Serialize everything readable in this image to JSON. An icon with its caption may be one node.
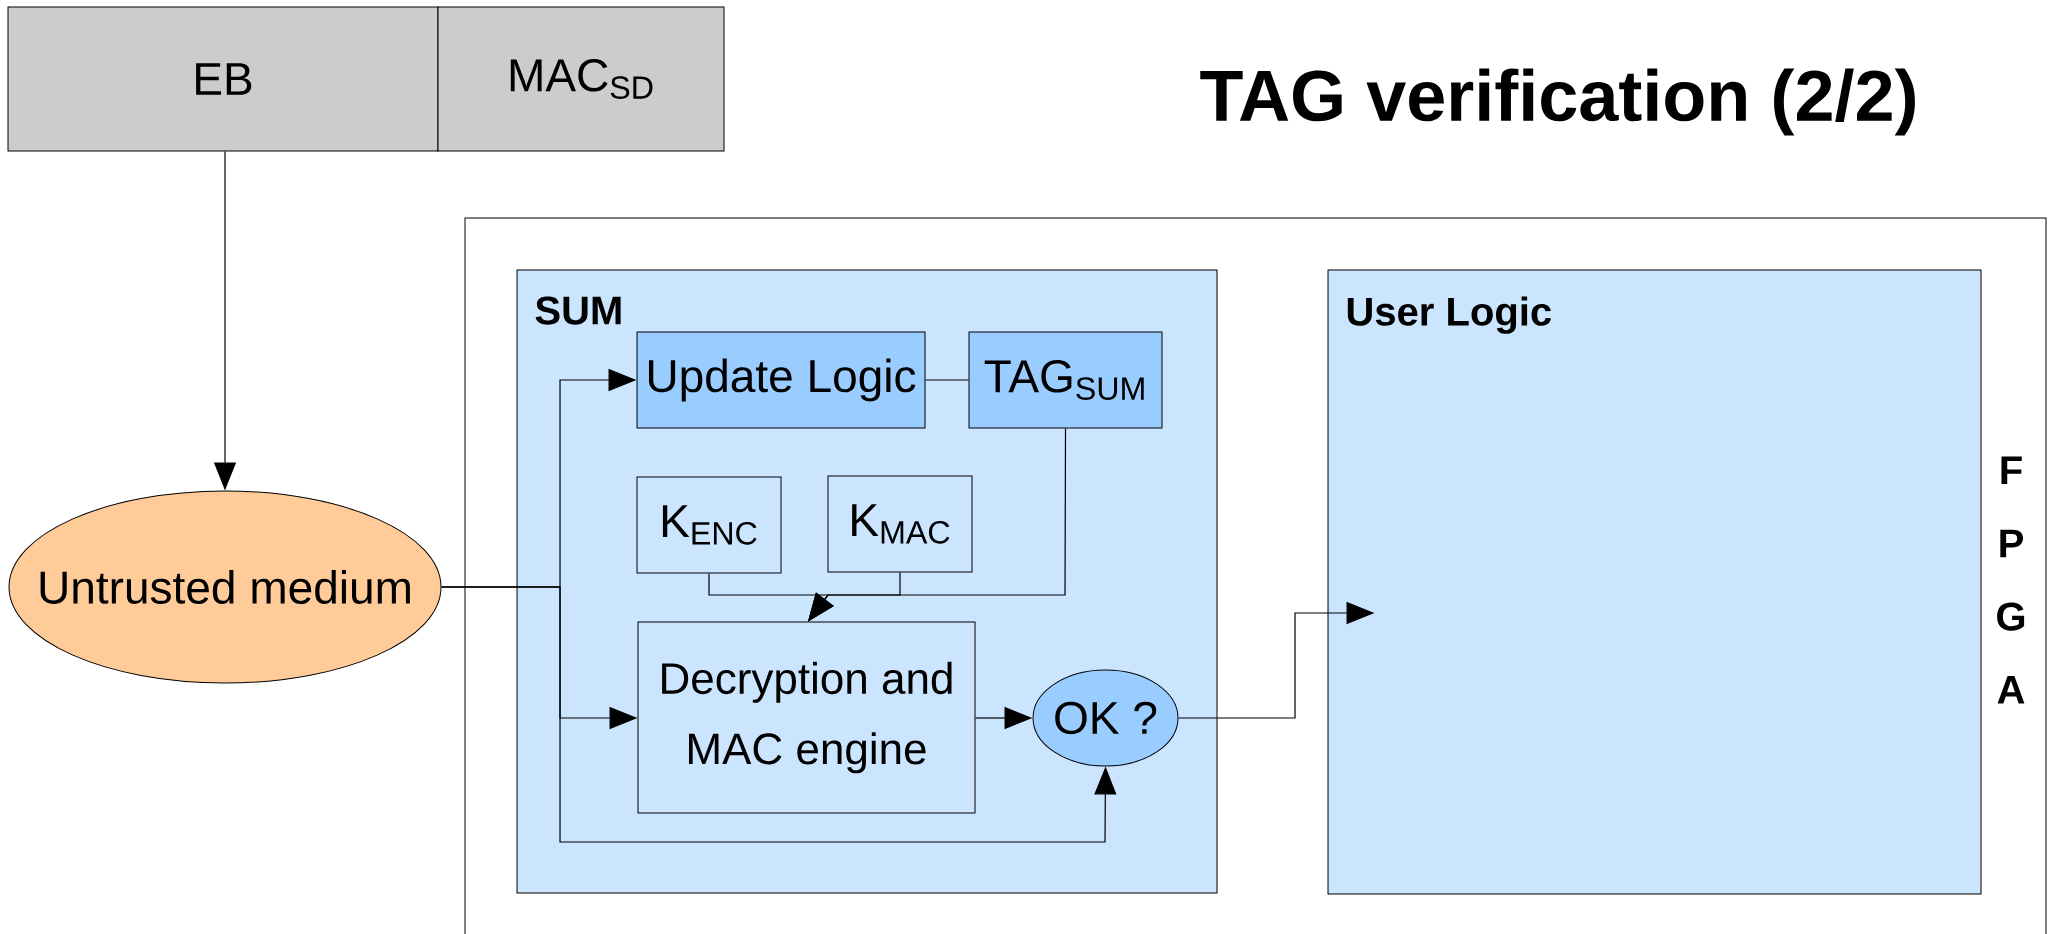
{
  "diagram": {
    "title": "TAG verification (2/2)",
    "nodes": [
      {
        "text": [
          "EB"
        ]
      },
      {
        "text": [
          "MAC$_{SD}$"
        ]
      },
      {
        "text": [
          "Untrusted medium"
        ]
      },
      {
        "text": [
          "F P G A"
        ]
      },
      {
        "text": [
          "SUM"
        ],
        "in": 3
      },
      {
        "text": [
          "Update Logic"
        ],
        "in": 4
      },
      {
        "text": [
          "TAG$_{SUM}$"
        ],
        "in": 4
      },
      {
        "text": [
          "K$_{ENC}$"
        ],
        "in": 4
      },
      {
        "text": [
          "K$_{MAC}$"
        ],
        "in": 4
      },
      {
        "text": [
          "Decryption and MAC engine"
        ],
        "in": 4
      },
      {
        "text": [
          "OK ?"
        ],
        "in": 4
      },
      {
        "text": [
          "User Logic"
        ],
        "in": 3
      }
    ],
    "edges": [
      {
        "from": 0,
        "to": 2,
        "arrow": "to"
      },
      {
        "from": 2,
        "to": 5,
        "arrow": "to"
      },
      {
        "from": 2,
        "to": 9,
        "arrow": "to"
      },
      {
        "from": 2,
        "to": 10,
        "arrow": "to"
      },
      {
        "from": 5,
        "to": 6,
        "arrow": "none"
      },
      {
        "from": 6,
        "to": 9,
        "arrow": "to"
      },
      {
        "from": 7,
        "to": 9,
        "arrow": "to"
      },
      {
        "from": 8,
        "to": 9,
        "arrow": "to"
      },
      {
        "from": 9,
        "to": 10,
        "arrow": "to"
      },
      {
        "from": 10,
        "to": 11,
        "arrow": "to"
      }
    ]
  }
}
